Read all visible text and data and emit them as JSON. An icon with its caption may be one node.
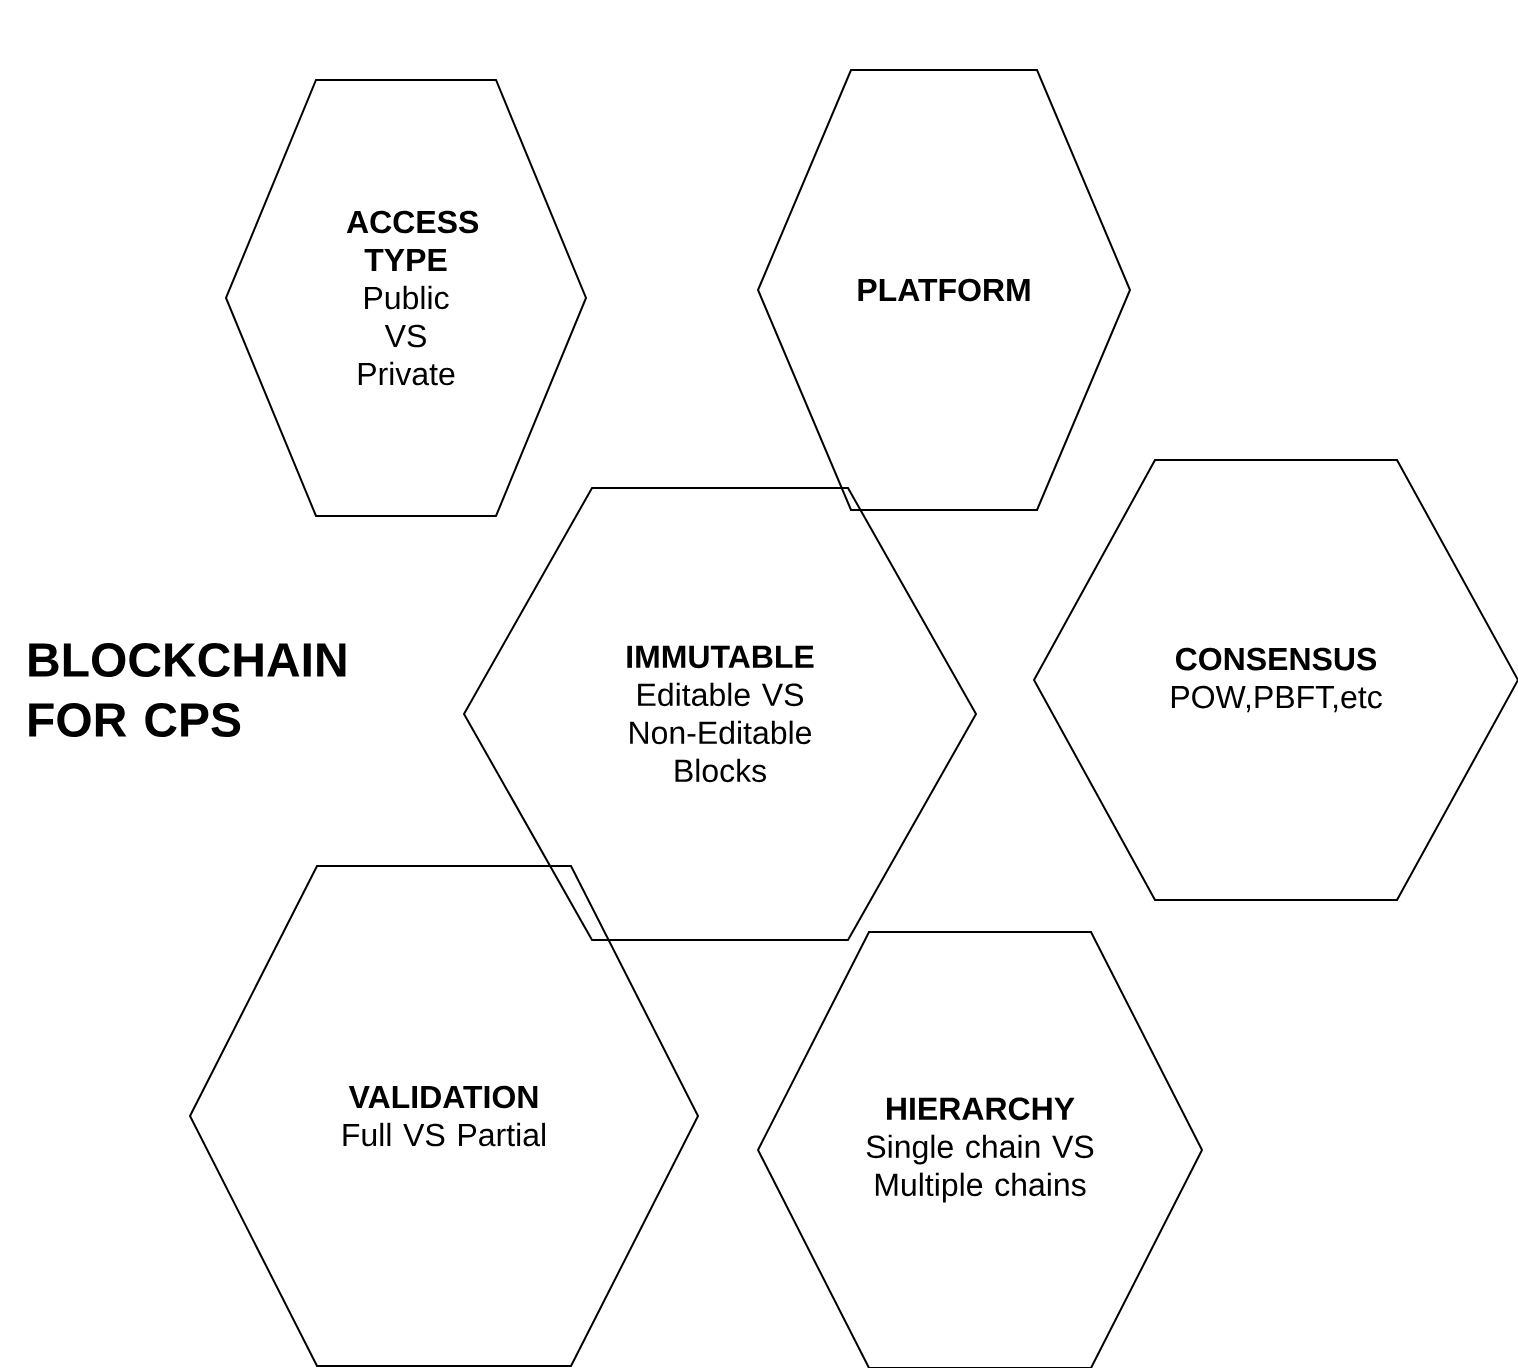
{
  "diagram": {
    "nodes": [
      {
        "text": [
          "ACCESS TYPE",
          "Public VS Private"
        ]
      },
      {
        "text": [
          "PLATFORM"
        ]
      },
      {
        "text": [
          "IMMUTABLE",
          "Editable VS Non-Editable Blocks"
        ]
      },
      {
        "text": [
          "CONSENSUS",
          "POW,PBFT,etc"
        ]
      },
      {
        "text": [
          "VALIDATION",
          "Full VS Partial"
        ]
      },
      {
        "text": [
          "HIERARCHY",
          "Single chain VS Multiple chains"
        ]
      }
    ],
    "labels": [
      "BLOCKCHAIN FOR CPS"
    ]
  }
}
